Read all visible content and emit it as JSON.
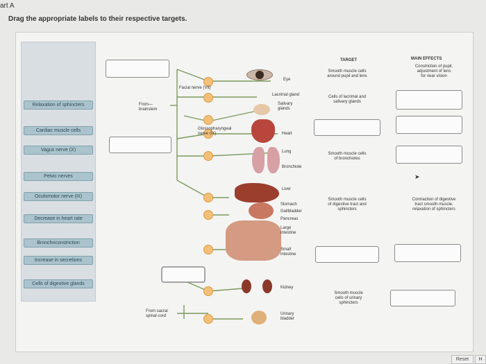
{
  "header": {
    "part": "art A",
    "instruction": "Drag the appropriate labels to their respective targets."
  },
  "labels": [
    "Relaxation of sphincters",
    "Cardiac muscle cells",
    "Vagus nerve (X)",
    "Pelvic nerves",
    "Oculomotor nerve (III)",
    "Decrease in heart rate",
    "Bronchoconstriction",
    "Increase in secretions",
    "Cells of digestive glands"
  ],
  "columns": {
    "target": "TARGET",
    "main_effects": "MAIN EFFECTS"
  },
  "diagram": {
    "facial_nerve": "Facial nerve (VII)",
    "from_brainstem": "From—\nbrainstem",
    "glossopharyngeal": "Glossopharyngeal\nnerve (IX)",
    "from_sacral": "From sacral\nspinal cord",
    "organs": {
      "eye": "Eye",
      "lacrimal": "Lacrimal gland",
      "salivary": "Salivary\nglands",
      "heart": "Heart",
      "lung": "Lung",
      "bronchiole": "Bronchiole",
      "liver": "Liver",
      "stomach": "Stomach",
      "gallbladder": "Gallbladder",
      "pancreas": "Pancreas",
      "large_intestine": "Large\nintestine",
      "small_intestine": "Small\nintestine",
      "kidney": "Kidney",
      "urinary_bladder": "Urinary\nbladder"
    }
  },
  "targets": {
    "eye": "Smooth muscle cells\naround pupil and lens",
    "lacrimal": "Cells of lacrimal and\nsalivary glands",
    "lung": "Smooth muscle cells\nof bronchioles",
    "digestive": "Smooth muscle cells\nof digestive tract and\nsphincters",
    "bladder": "Smooth muscle\ncells of urinary\nsphincters"
  },
  "effects": {
    "eye": "Constriction of pupil,\nadjustment of lens\nfor near vision",
    "digestive": "Contraction of digestive\ntract smooth muscle,\nrelaxation of sphincters"
  },
  "buttons": {
    "reset": "Reset",
    "help": "H"
  }
}
